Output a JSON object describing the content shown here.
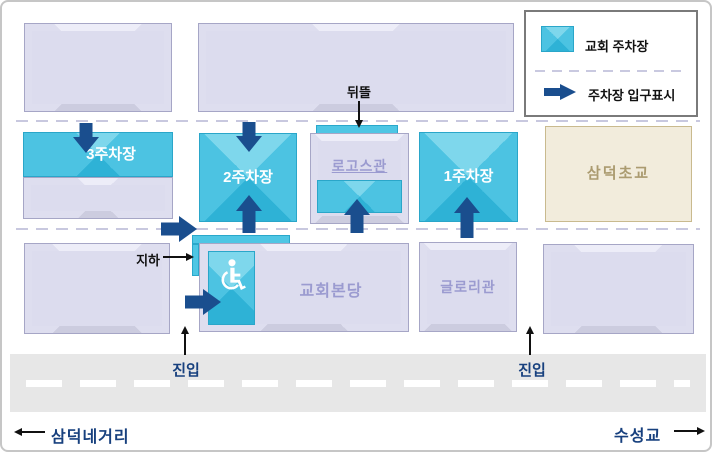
{
  "legend": {
    "parking_label": "교회 주차장",
    "entrance_label": "주차장 입구표시"
  },
  "map": {
    "parking_lot_3": "3주차장",
    "parking_lot_2": "2주차장",
    "parking_lot_1": "1주차장",
    "logos_hall": "로고스관",
    "main_sanctuary": "교회본당",
    "glory_hall": "글로리관",
    "elementary_school": "삼덕초교",
    "backyard": "뒤뜰",
    "underground": "지하",
    "entry_left": "진입",
    "entry_right": "진입"
  },
  "road": {
    "left_destination": "삼덕네거리",
    "right_destination": "수성교"
  },
  "colors": {
    "parking_cyan": "#45c2e2",
    "entrance_arrow_navy": "#1a4e8e",
    "building_lavender": "#dcdcee",
    "building_text": "#9b9bd0",
    "school_beige": "#f2ecdc",
    "navy_text": "#17407e",
    "road_gray": "#e7e7e7"
  }
}
